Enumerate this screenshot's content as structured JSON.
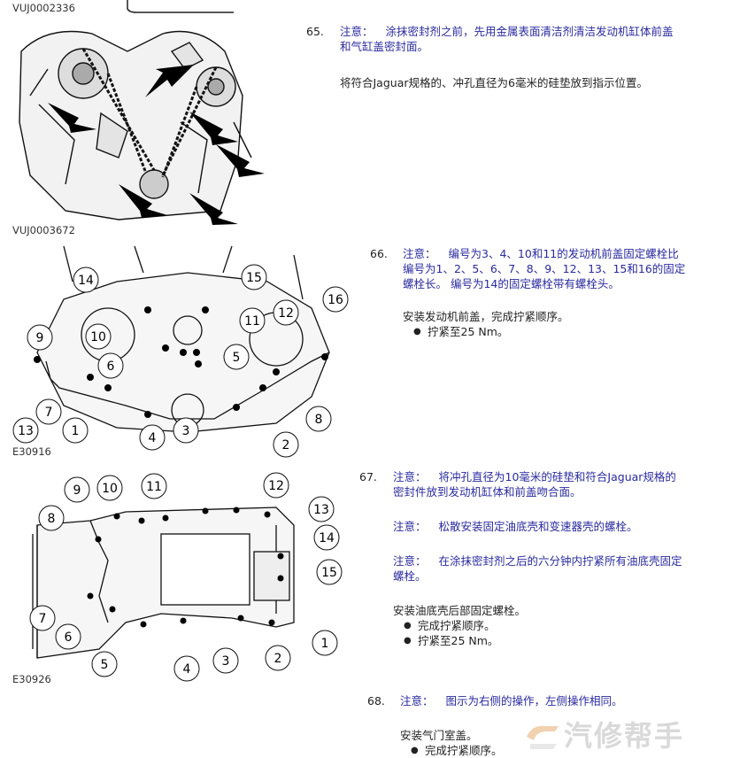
{
  "figures": {
    "top_partial_label": "VUJ0002336",
    "fig1_label": "VUJ0003672",
    "fig2_label": "E30916",
    "fig3_label": "E30926",
    "fig2_callouts": [
      "14",
      "15",
      "16",
      "9",
      "10",
      "11",
      "12",
      "6",
      "5",
      "7",
      "1",
      "4",
      "3",
      "8",
      "13",
      "2"
    ],
    "fig3_callouts": [
      "9",
      "10",
      "11",
      "12",
      "8",
      "13",
      "14",
      "15",
      "7",
      "6",
      "5",
      "4",
      "3",
      "2",
      "1"
    ]
  },
  "steps": [
    {
      "number": "65.",
      "note_tag": "注意：",
      "note_lines": [
        "涂抹密封剂之前，先用金属表面清洁剂清洁发动机缸体前盖",
        "和气缸盖密封面。"
      ],
      "text": "将符合Jaguar规格的、冲孔直径为6毫米的硅垫放到指示位置。"
    },
    {
      "number": "66.",
      "note_tag": "注意：",
      "note_lines": [
        "编号为3、4、10和11的发动机前盖固定螺栓比",
        "编号为1、2、5、6、7、8、9、12、13、15和16的固定",
        "螺栓长。  编号为14的固定螺栓带有螺栓头。"
      ],
      "text": "安装发动机前盖，完成拧紧顺序。",
      "bullets": [
        "拧紧至25 Nm。"
      ]
    },
    {
      "number": "67.",
      "note_tag": "注意：",
      "note_lines": [
        "将冲孔直径为10毫米的硅垫和符合Jaguar规格的",
        "密封件放到发动机缸体和前盖吻合面。"
      ],
      "note2_tag": "注意：",
      "note2": "松散安装固定油底壳和变速器壳的螺栓。",
      "note3_tag": "注意：",
      "note3_lines": [
        "在涂抹密封剂之后的六分钟内拧紧所有油底壳固定",
        "螺栓。"
      ],
      "text": "安装油底壳后部固定螺栓。",
      "bullets": [
        "完成拧紧顺序。",
        "拧紧至25 Nm。"
      ]
    },
    {
      "number": "68.",
      "note_tag": "注意：",
      "note": "图示为右侧的操作，左侧操作相同。",
      "text": "安装气门室盖。",
      "bullets": [
        "完成拧紧顺序。"
      ]
    }
  ],
  "watermark": "汽修帮手"
}
